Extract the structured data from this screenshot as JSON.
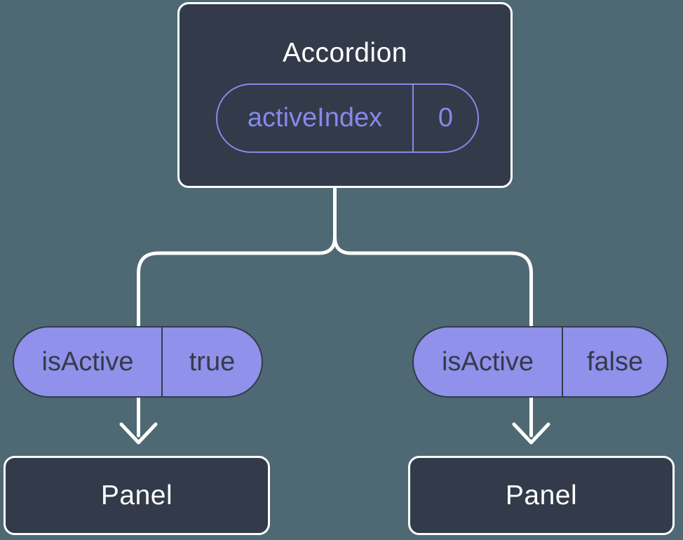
{
  "background_color": "#4e6973",
  "colors": {
    "box_fill": "#333b4a",
    "box_border": "#ffffff",
    "accent_purple": "#8589ec",
    "pill_fill": "#8f91ea",
    "pill_text_dark": "#333b4a",
    "connector_line": "#ffffff"
  },
  "diagram": {
    "root": {
      "title": "Accordion",
      "prop_name": "activeIndex",
      "prop_value": "0"
    },
    "left_child": {
      "prop_name": "isActive",
      "prop_value": "true",
      "panel_label": "Panel"
    },
    "right_child": {
      "prop_name": "isActive",
      "prop_value": "false",
      "panel_label": "Panel"
    }
  }
}
